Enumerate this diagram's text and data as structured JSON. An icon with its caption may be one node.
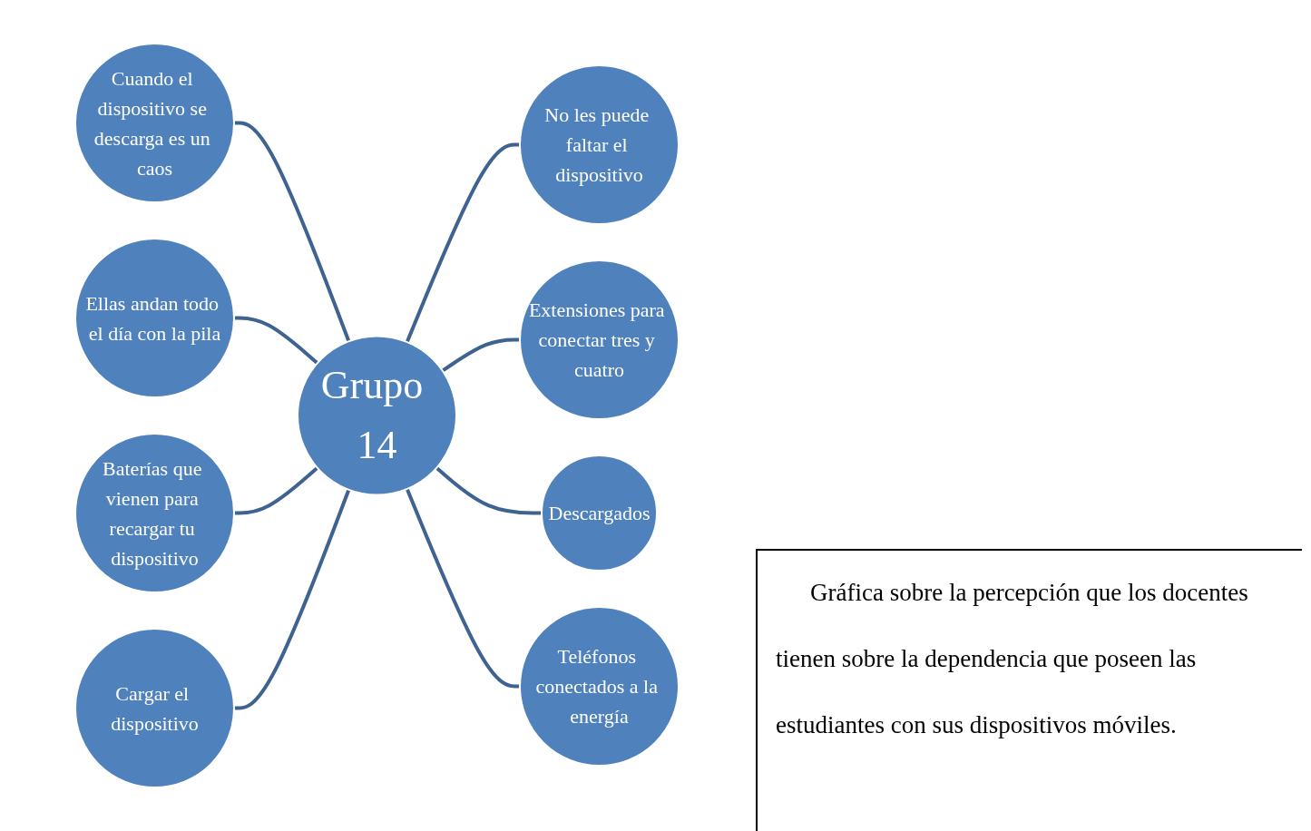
{
  "diagram": {
    "caption": "Gráfica sobre la percepción que los docentes tienen sobre la dependencia que poseen las estudiantes con sus dispositivos móviles.",
    "nodes": [
      {
        "text": [
          "Cuando el dispositivo se descarga es un caos"
        ]
      },
      {
        "text": [
          "Cargar el dispositivo"
        ]
      },
      {
        "text": [
          "No les puede faltar el dispositivo"
        ]
      },
      {
        "text": [
          "Baterías que vienen para recargar tu dispositivo"
        ]
      },
      {
        "text": [
          "Grupo 14"
        ]
      },
      {
        "text": [
          "Extensiones para conectar tres y cuatro"
        ]
      },
      {
        "text": [
          "Ellas andan todo el día con la pila"
        ]
      },
      {
        "text": [
          "Descargados"
        ]
      },
      {
        "text": [
          "Teléfonos conectados a la energía"
        ]
      }
    ],
    "edges": [
      {
        "from": 0,
        "to": 4,
        "arrow": "none"
      },
      {
        "from": 4,
        "to": 2,
        "arrow": "none"
      },
      {
        "from": 4,
        "to": 5,
        "arrow": "none"
      },
      {
        "from": 4,
        "to": 7,
        "arrow": "none"
      },
      {
        "from": 4,
        "to": 8,
        "arrow": "none"
      },
      {
        "from": 6,
        "to": 4,
        "arrow": "none"
      },
      {
        "from": 3,
        "to": 4,
        "arrow": "none"
      },
      {
        "from": 1,
        "to": 4,
        "arrow": "none"
      }
    ]
  }
}
